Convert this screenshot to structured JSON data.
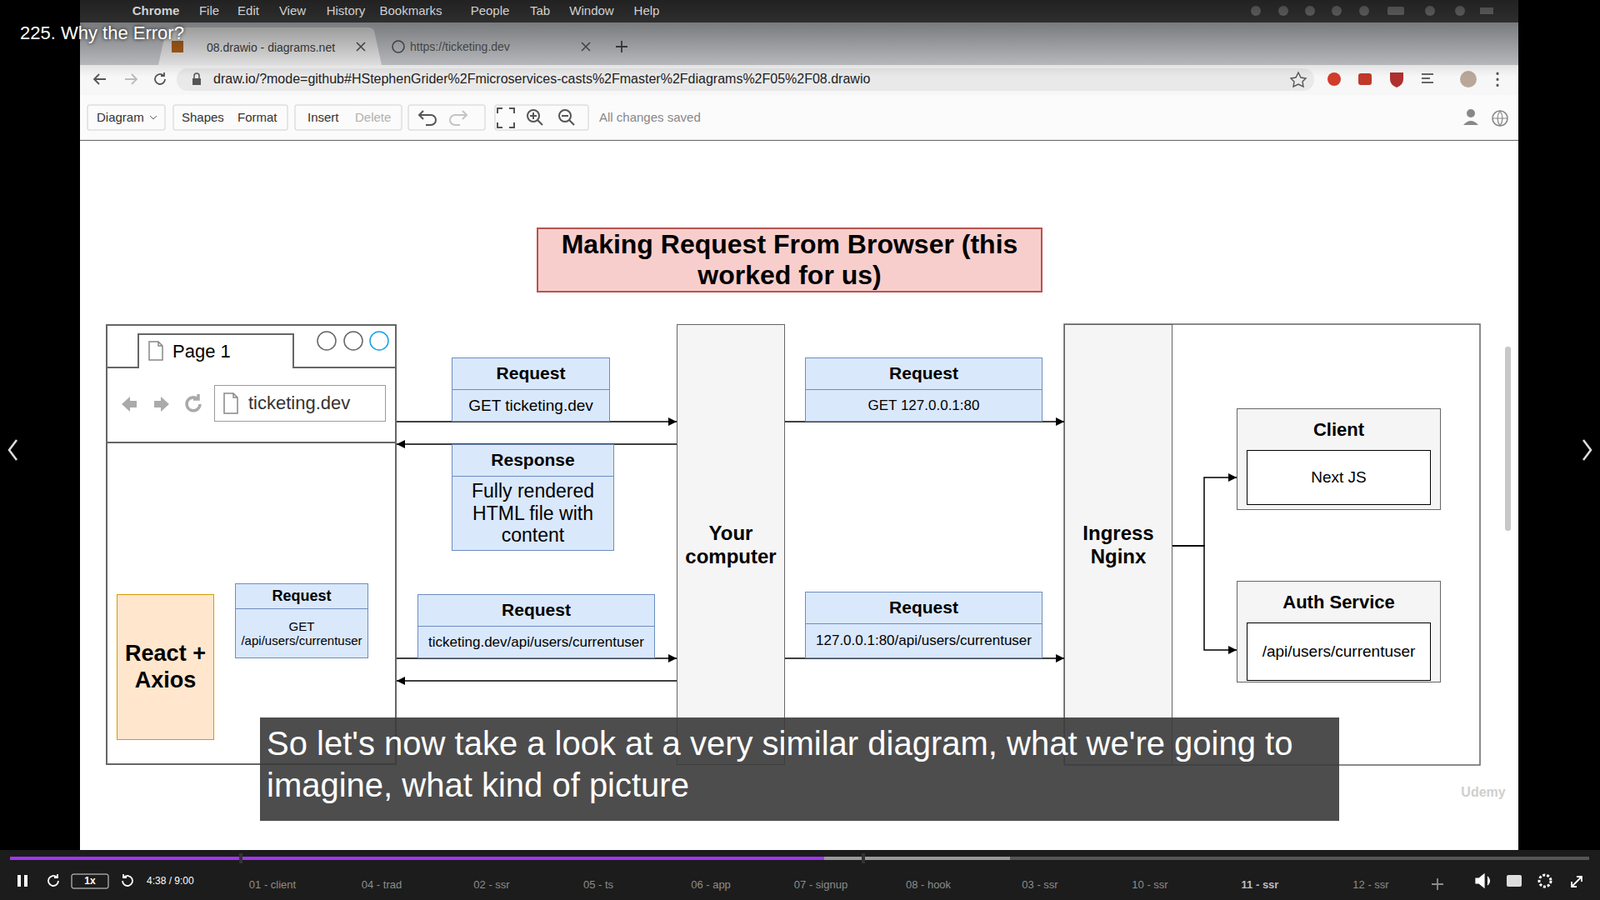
{
  "diagram": {
    "title": "225. Why the Error?",
    "caption": "So let's now take a look at a very similar diagram, what we're going to imagine, what kind of picture",
    "nodes": [
      {
        "text": [
          "Making Request From Browser (this worked for us)"
        ]
      },
      {
        "text": [
          "Page 1"
        ]
      },
      {
        "text": [
          "ticketing.dev"
        ],
        "in": 1
      },
      {
        "text": [
          "React + Axios"
        ],
        "in": 1
      },
      {
        "text": [
          "Request",
          "GET /api/users/currentuser"
        ],
        "in": 1
      },
      {
        "text": [
          "Request",
          "GET ticketing.dev"
        ]
      },
      {
        "text": [
          "Response",
          "Fully rendered HTML file with content"
        ]
      },
      {
        "text": [
          "Request",
          "ticketing.dev/api/users/currentuser"
        ]
      },
      {
        "text": [
          "Your computer"
        ]
      },
      {
        "text": [
          "Request",
          "GET 127.0.0.1:80"
        ]
      },
      {
        "text": [
          "Request",
          "127.0.0.1:80/api/users/currentuser"
        ]
      },
      {
        "text": [
          "Ingress Nginx"
        ]
      },
      {
        "text": [
          "Client"
        ]
      },
      {
        "text": [
          "Next JS"
        ],
        "in": 12
      },
      {
        "text": [
          "Auth Service"
        ]
      },
      {
        "text": [
          "/api/users/currentuser"
        ],
        "in": 14
      }
    ],
    "edges": [
      {
        "from": 1,
        "to": 8,
        "arrow": "to"
      },
      {
        "from": 8,
        "to": 1,
        "arrow": "to"
      },
      {
        "from": 3,
        "to": 8,
        "arrow": "to"
      },
      {
        "from": 8,
        "to": 1,
        "arrow": "to"
      },
      {
        "from": 8,
        "to": 11,
        "arrow": "to"
      },
      {
        "from": 8,
        "to": 11,
        "arrow": "to"
      },
      {
        "from": 11,
        "to": 12,
        "arrow": "to"
      },
      {
        "from": 11,
        "to": 14,
        "arrow": "to"
      }
    ],
    "labels": [
      "Chrome",
      "File",
      "Edit",
      "View",
      "History",
      "Bookmarks",
      "People",
      "Tab",
      "Window",
      "Help",
      "08.drawio - diagrams.net",
      "https://ticketing.dev",
      "draw.io/?mode=github#HStephenGrider%2Fmicroservices-casts%2Fmaster%2Fdiagrams%2F05%2F08.drawio",
      "Diagram",
      "Shapes",
      "Format",
      "Insert",
      "Delete",
      "All changes saved",
      "Udemy",
      "1x",
      "4:38 / 9:00",
      "01 - client",
      "04 - trad",
      "02 - ssr",
      "05 - ts",
      "06 - app",
      "07 - signup",
      "08 - hook",
      "03 - ssr",
      "10 - ssr",
      "11 - ssr",
      "12 - ssr"
    ]
  }
}
